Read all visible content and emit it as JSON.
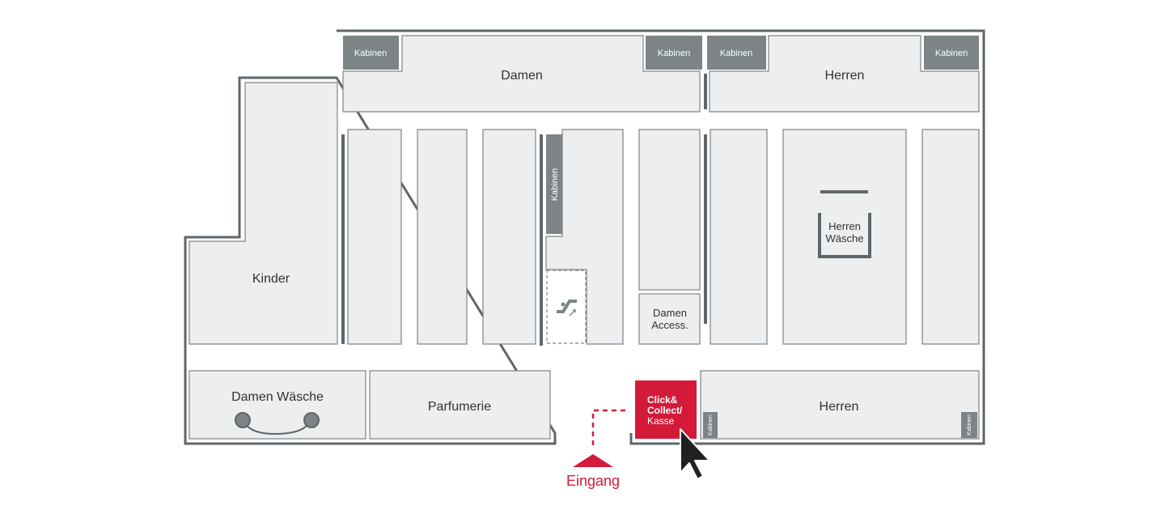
{
  "zones": {
    "damen_top": "Damen",
    "herren_top": "Herren",
    "kinder": "Kinder",
    "damen_access_line1": "Damen",
    "damen_access_line2": "Access.",
    "herren_waesche_line1": "Herren",
    "herren_waesche_line2": "Wäsche",
    "damen_waesche": "Damen Wäsche",
    "parfumerie": "Parfumerie",
    "herren_bottom": "Herren"
  },
  "fitting_rooms": {
    "label": "Kabinen"
  },
  "click_collect": {
    "line1": "Click&",
    "line2": "Collect/",
    "line3": "Kasse"
  },
  "entrance": {
    "label": "Eingang"
  },
  "icons": [
    "escalator-icon",
    "entrance-arrow-icon",
    "pointer-cursor-icon"
  ],
  "colors": {
    "accent": "#d31a38",
    "zone_fill": "#eceef0",
    "fitting_room_fill": "#7d8488",
    "wall": "#5f666a"
  }
}
